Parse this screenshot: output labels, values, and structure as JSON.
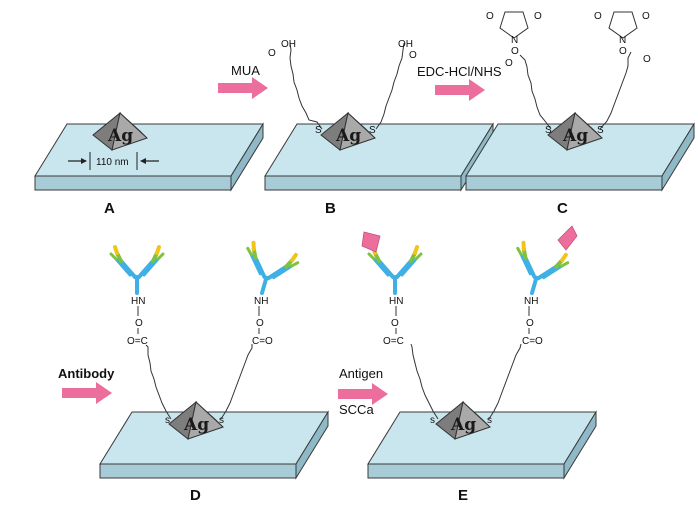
{
  "panels": [
    {
      "letter": "A",
      "metal": "Ag",
      "size_label": "110 nm"
    },
    {
      "letter": "B",
      "metal": "Ag",
      "step_label": "MUA",
      "end_group_top": "OH",
      "end_group_bottom": "O",
      "sulfur": "S"
    },
    {
      "letter": "C",
      "metal": "Ag",
      "step_label": "EDC-HCl/NHS",
      "nhs_n": "N",
      "nhs_carbonyl_o": "O",
      "linker_o": "O",
      "ester_o": "O",
      "sulfur": "S"
    },
    {
      "letter": "D",
      "metal": "Ag",
      "step_label": "Antibody",
      "amide_nh": "HN",
      "amide_nh_right": "NH",
      "ester_o": "O",
      "carbonyl_left": "O=C",
      "carbonyl_right": "C=O",
      "sulfur": "s"
    },
    {
      "letter": "E",
      "metal": "Ag",
      "step_label_line1": "Antigen",
      "step_label_line2": "SCCa",
      "amide_nh": "HN",
      "amide_nh_right": "NH",
      "ester_o": "O",
      "carbonyl_left": "O=C",
      "carbonyl_right": "C=O",
      "sulfur": "s"
    }
  ],
  "colors": {
    "substrate_top": "#c9e6ee",
    "substrate_side": "#9fc6d2",
    "arrow": "#ec6e9c",
    "antibody_blue": "#3fb0e4",
    "antibody_green": "#7fc241",
    "antibody_yellow": "#f0c419",
    "antigen_pink": "#ec6e9c",
    "pyramid": "#9a9a9a"
  }
}
